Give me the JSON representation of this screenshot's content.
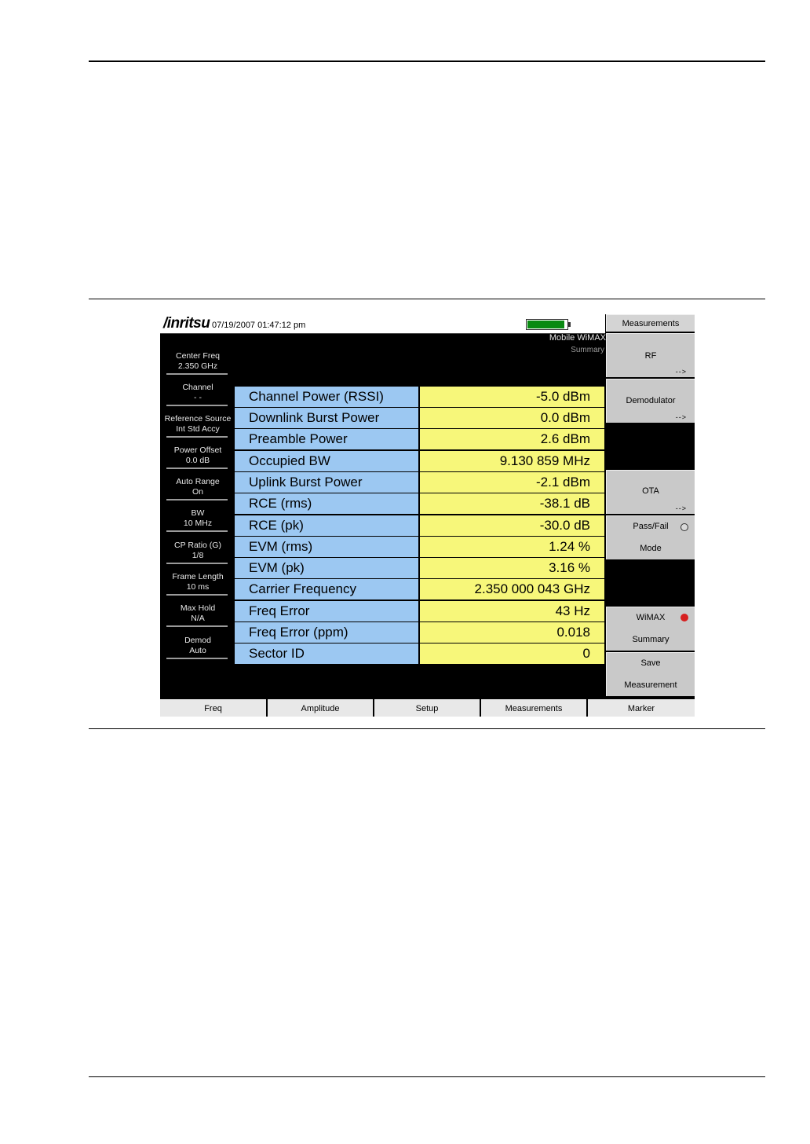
{
  "header": {
    "logo": "/inritsu",
    "datetime": "07/19/2007 01:47:12 pm",
    "mode": "Mobile WiMAX",
    "view": "Summary"
  },
  "left_params": [
    {
      "label": "Center Freq",
      "value": "2.350 GHz"
    },
    {
      "label": "Channel",
      "value": "- -"
    },
    {
      "label": "Reference Source",
      "value": "Int Std Accy"
    },
    {
      "label": "Power Offset",
      "value": "0.0 dB"
    },
    {
      "label": "Auto Range",
      "value": "On"
    },
    {
      "label": "BW",
      "value": "10 MHz"
    },
    {
      "label": "CP Ratio (G)",
      "value": "1/8"
    },
    {
      "label": "Frame Length",
      "value": "10 ms"
    },
    {
      "label": "Max Hold",
      "value": "N/A"
    },
    {
      "label": "Demod",
      "value": "Auto"
    }
  ],
  "summary_table": [
    {
      "label": "Channel Power (RSSI)",
      "value": "-5.0 dBm"
    },
    {
      "label": "Downlink Burst Power",
      "value": "0.0 dBm"
    },
    {
      "label": "Preamble Power",
      "value": "2.6 dBm"
    },
    {
      "label": "Occupied BW",
      "value": "9.130 859 MHz"
    },
    {
      "label": "Uplink Burst Power",
      "value": "-2.1 dBm"
    },
    {
      "label": "RCE (rms)",
      "value": "-38.1 dB"
    },
    {
      "label": "RCE (pk)",
      "value": "-30.0 dB"
    },
    {
      "label": "EVM (rms)",
      "value": "1.24 %"
    },
    {
      "label": "EVM (pk)",
      "value": "3.16 %"
    },
    {
      "label": "Carrier Frequency",
      "value": "2.350 000 043 GHz"
    },
    {
      "label": "Freq Error",
      "value": "43 Hz"
    },
    {
      "label": "Freq Error (ppm)",
      "value": "0.018"
    },
    {
      "label": "Sector ID",
      "value": "0"
    }
  ],
  "softkeys": {
    "title": "Measurements",
    "rf": {
      "label": "RF",
      "arrow": "-->"
    },
    "demodulator": {
      "label": "Demodulator",
      "arrow": "-->"
    },
    "ota": {
      "label": "OTA",
      "arrow": "-->"
    },
    "passfail": {
      "label1": "Pass/Fail",
      "label2": "Mode"
    },
    "wimax_summary": {
      "label1": "WiMAX",
      "label2": "Summary"
    },
    "save": {
      "label1": "Save",
      "label2": "Measurement"
    },
    "colors": {
      "indicator_active": "#d61f1f"
    }
  },
  "bottom_tabs": [
    "Freq",
    "Amplitude",
    "Setup",
    "Measurements",
    "Marker"
  ],
  "colors": {
    "label_bg": "#9cc8f2",
    "value_bg": "#f7f77a",
    "battery": "#0a8a12"
  }
}
